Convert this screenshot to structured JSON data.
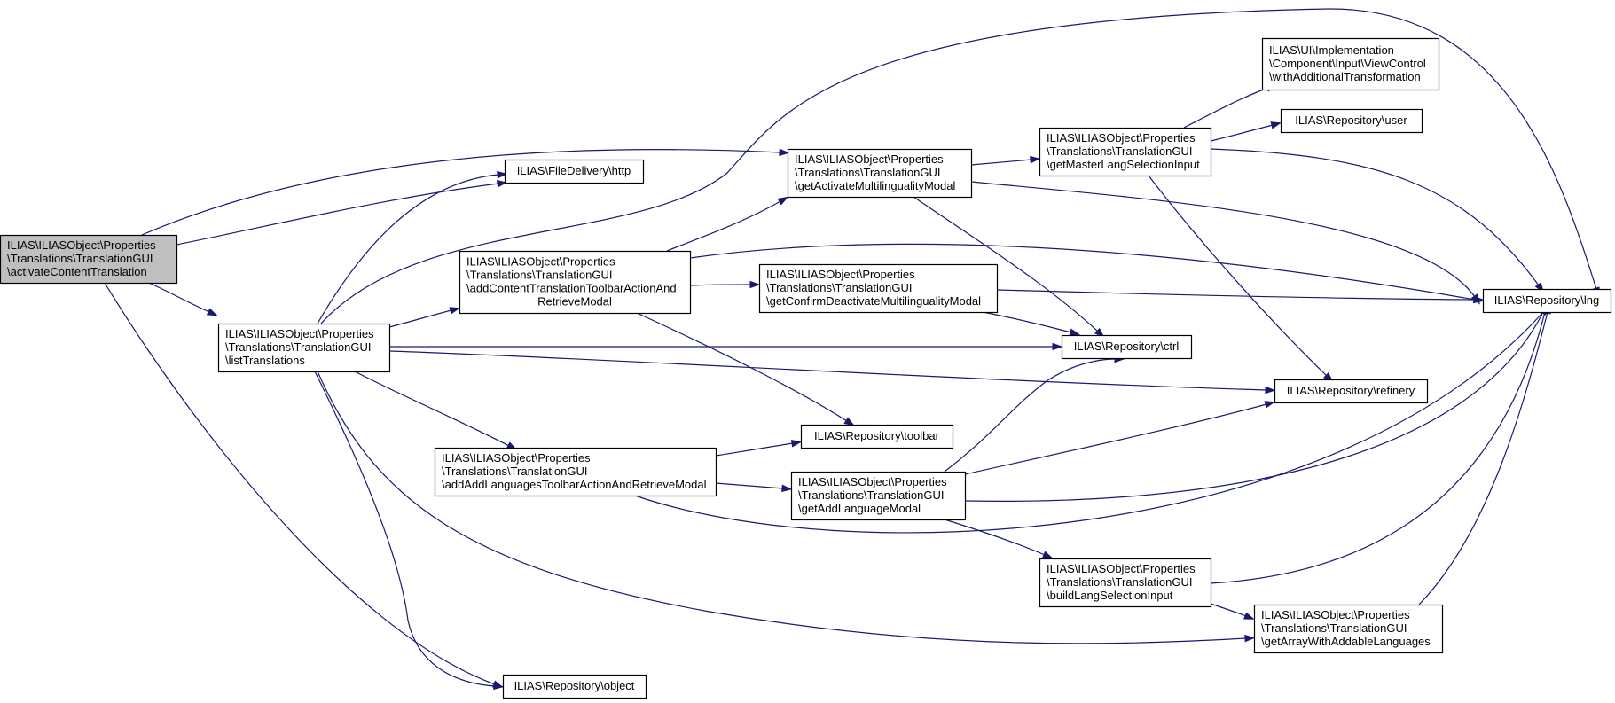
{
  "colors": {
    "edge": "#191970",
    "node_fill": "#ffffff",
    "node_highlight_fill": "#bfbfbf",
    "node_border": "#000000"
  },
  "nodes": [
    {
      "id": "activateContentTranslation",
      "highlight": true,
      "lines": [
        "ILIAS\\ILIASObject\\Properties",
        "\\Translations\\TranslationGUI",
        "\\activateContentTranslation"
      ]
    },
    {
      "id": "listTranslations",
      "lines": [
        "ILIAS\\ILIASObject\\Properties",
        "\\Translations\\TranslationGUI",
        "\\listTranslations"
      ]
    },
    {
      "id": "http",
      "lines": [
        "ILIAS\\FileDelivery\\http"
      ]
    },
    {
      "id": "object",
      "lines": [
        "ILIAS\\Repository\\object"
      ]
    },
    {
      "id": "addContentTranslationToolbarActionAndRetrieveModal",
      "lines": [
        "ILIAS\\ILIASObject\\Properties",
        "\\Translations\\TranslationGUI",
        "\\addContentTranslationToolbarActionAnd",
        "RetrieveModal"
      ]
    },
    {
      "id": "addAddLanguagesToolbarActionAndRetrieveModal",
      "lines": [
        "ILIAS\\ILIASObject\\Properties",
        "\\Translations\\TranslationGUI",
        "\\addAddLanguagesToolbarActionAndRetrieveModal"
      ]
    },
    {
      "id": "getActivateMultilingualityModal",
      "lines": [
        "ILIAS\\ILIASObject\\Properties",
        "\\Translations\\TranslationGUI",
        "\\getActivateMultilingualityModal"
      ]
    },
    {
      "id": "getConfirmDeactivateMultilingualityModal",
      "lines": [
        "ILIAS\\ILIASObject\\Properties",
        "\\Translations\\TranslationGUI",
        "\\getConfirmDeactivateMultilingualityModal"
      ]
    },
    {
      "id": "toolbar",
      "lines": [
        "ILIAS\\Repository\\toolbar"
      ]
    },
    {
      "id": "getAddLanguageModal",
      "lines": [
        "ILIAS\\ILIASObject\\Properties",
        "\\Translations\\TranslationGUI",
        "\\getAddLanguageModal"
      ]
    },
    {
      "id": "getMasterLangSelectionInput",
      "lines": [
        "ILIAS\\ILIASObject\\Properties",
        "\\Translations\\TranslationGUI",
        "\\getMasterLangSelectionInput"
      ]
    },
    {
      "id": "ctrl",
      "lines": [
        "ILIAS\\Repository\\ctrl"
      ]
    },
    {
      "id": "buildLangSelectionInput",
      "lines": [
        "ILIAS\\ILIASObject\\Properties",
        "\\Translations\\TranslationGUI",
        "\\buildLangSelectionInput"
      ]
    },
    {
      "id": "withAdditionalTransformation",
      "lines": [
        "ILIAS\\UI\\Implementation",
        "\\Component\\Input\\ViewControl",
        "\\withAdditionalTransformation"
      ]
    },
    {
      "id": "user",
      "lines": [
        "ILIAS\\Repository\\user"
      ]
    },
    {
      "id": "refinery",
      "lines": [
        "ILIAS\\Repository\\refinery"
      ]
    },
    {
      "id": "getArrayWithAddableLanguages",
      "lines": [
        "ILIAS\\ILIASObject\\Properties",
        "\\Translations\\TranslationGUI",
        "\\getArrayWithAddableLanguages"
      ]
    },
    {
      "id": "lng",
      "lines": [
        "ILIAS\\Repository\\lng"
      ]
    }
  ],
  "edges": [
    {
      "from": "activateContentTranslation",
      "to": "http"
    },
    {
      "from": "activateContentTranslation",
      "to": "getActivateMultilingualityModal"
    },
    {
      "from": "activateContentTranslation",
      "to": "listTranslations"
    },
    {
      "from": "activateContentTranslation",
      "to": "object"
    },
    {
      "from": "listTranslations",
      "to": "http"
    },
    {
      "from": "listTranslations",
      "to": "lng"
    },
    {
      "from": "listTranslations",
      "to": "addContentTranslationToolbarActionAndRetrieveModal"
    },
    {
      "from": "listTranslations",
      "to": "ctrl"
    },
    {
      "from": "listTranslations",
      "to": "refinery"
    },
    {
      "from": "listTranslations",
      "to": "addAddLanguagesToolbarActionAndRetrieveModal"
    },
    {
      "from": "listTranslations",
      "to": "getArrayWithAddableLanguages"
    },
    {
      "from": "listTranslations",
      "to": "object"
    },
    {
      "from": "addContentTranslationToolbarActionAndRetrieveModal",
      "to": "getActivateMultilingualityModal"
    },
    {
      "from": "addContentTranslationToolbarActionAndRetrieveModal",
      "to": "getConfirmDeactivateMultilingualityModal"
    },
    {
      "from": "addContentTranslationToolbarActionAndRetrieveModal",
      "to": "lng"
    },
    {
      "from": "addContentTranslationToolbarActionAndRetrieveModal",
      "to": "toolbar"
    },
    {
      "from": "addAddLanguagesToolbarActionAndRetrieveModal",
      "to": "toolbar"
    },
    {
      "from": "addAddLanguagesToolbarActionAndRetrieveModal",
      "to": "getAddLanguageModal"
    },
    {
      "from": "addAddLanguagesToolbarActionAndRetrieveModal",
      "to": "lng"
    },
    {
      "from": "getActivateMultilingualityModal",
      "to": "getMasterLangSelectionInput"
    },
    {
      "from": "getActivateMultilingualityModal",
      "to": "lng"
    },
    {
      "from": "getActivateMultilingualityModal",
      "to": "ctrl"
    },
    {
      "from": "getConfirmDeactivateMultilingualityModal",
      "to": "lng"
    },
    {
      "from": "getConfirmDeactivateMultilingualityModal",
      "to": "ctrl"
    },
    {
      "from": "getMasterLangSelectionInput",
      "to": "withAdditionalTransformation"
    },
    {
      "from": "getMasterLangSelectionInput",
      "to": "user"
    },
    {
      "from": "getMasterLangSelectionInput",
      "to": "lng"
    },
    {
      "from": "getMasterLangSelectionInput",
      "to": "refinery"
    },
    {
      "from": "getAddLanguageModal",
      "to": "ctrl"
    },
    {
      "from": "getAddLanguageModal",
      "to": "refinery"
    },
    {
      "from": "getAddLanguageModal",
      "to": "lng"
    },
    {
      "from": "getAddLanguageModal",
      "to": "buildLangSelectionInput"
    },
    {
      "from": "buildLangSelectionInput",
      "to": "lng"
    },
    {
      "from": "buildLangSelectionInput",
      "to": "getArrayWithAddableLanguages"
    },
    {
      "from": "getArrayWithAddableLanguages",
      "to": "lng"
    }
  ]
}
